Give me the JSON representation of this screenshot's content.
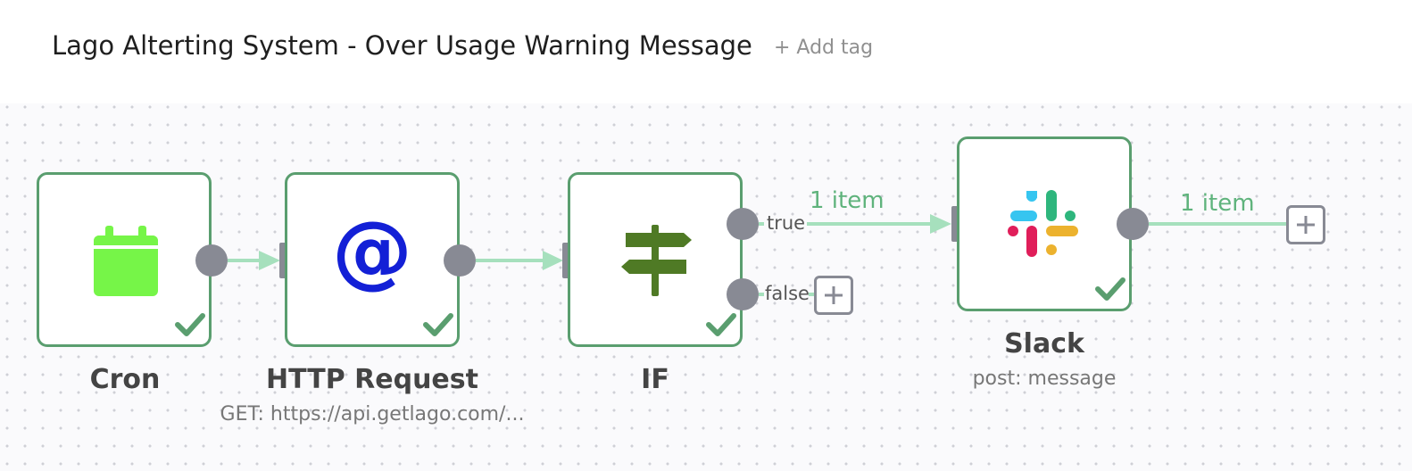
{
  "header": {
    "title": "Lago Alterting System - Over Usage Warning Message",
    "add_tag_label": "+ Add tag"
  },
  "nodes": [
    {
      "name": "Cron",
      "subtitle": "",
      "icon": "calendar-icon",
      "icon_color": "#76f548",
      "status": "success"
    },
    {
      "name": "HTTP Request",
      "subtitle": "GET: https://api.getlago.com/...",
      "icon": "at-sign-icon",
      "icon_color": "#1320d6",
      "status": "success"
    },
    {
      "name": "IF",
      "subtitle": "",
      "icon": "signpost-icon",
      "icon_color": "#4f7a25",
      "status": "success"
    },
    {
      "name": "Slack",
      "subtitle": "post: message",
      "icon": "slack-logo-icon",
      "icon_color": "#e01e5a",
      "status": "success"
    }
  ],
  "outputs": {
    "if_true_label": "true",
    "if_false_label": "false"
  },
  "connections": {
    "if_to_slack_items": "1 item",
    "slack_out_items": "1 item"
  },
  "colors": {
    "node_border": "#5a9e6f",
    "success_check": "#5a9e6f",
    "connection": "#a6e0bd",
    "handle": "#888a94",
    "item_label": "#5fb37c"
  }
}
